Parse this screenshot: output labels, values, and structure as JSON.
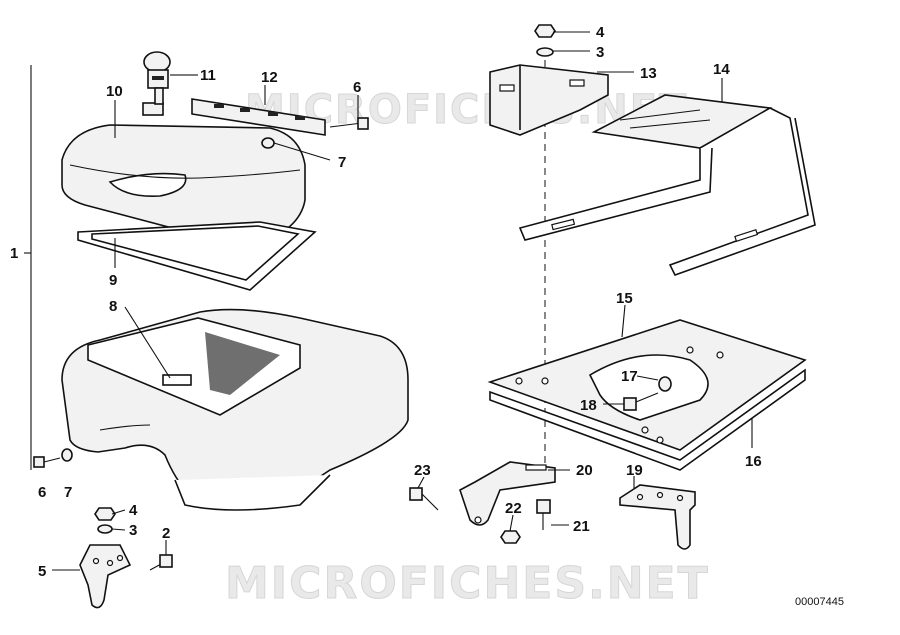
{
  "watermark": {
    "top": "MICROFICHES.NET",
    "bottom": "MICROFICHES.NET"
  },
  "document_id": "00007445",
  "callouts": {
    "c1": "1",
    "c2": "2",
    "c3a": "3",
    "c3b": "3",
    "c4a": "4",
    "c4b": "4",
    "c5": "5",
    "c6a": "6",
    "c6b": "6",
    "c7a": "7",
    "c7b": "7",
    "c8": "8",
    "c9": "9",
    "c10": "10",
    "c11": "11",
    "c12": "12",
    "c13": "13",
    "c14": "14",
    "c15": "15",
    "c16": "16",
    "c17": "17",
    "c18": "18",
    "c19": "19",
    "c20": "20",
    "c21": "21",
    "c22": "22",
    "c23": "23"
  }
}
